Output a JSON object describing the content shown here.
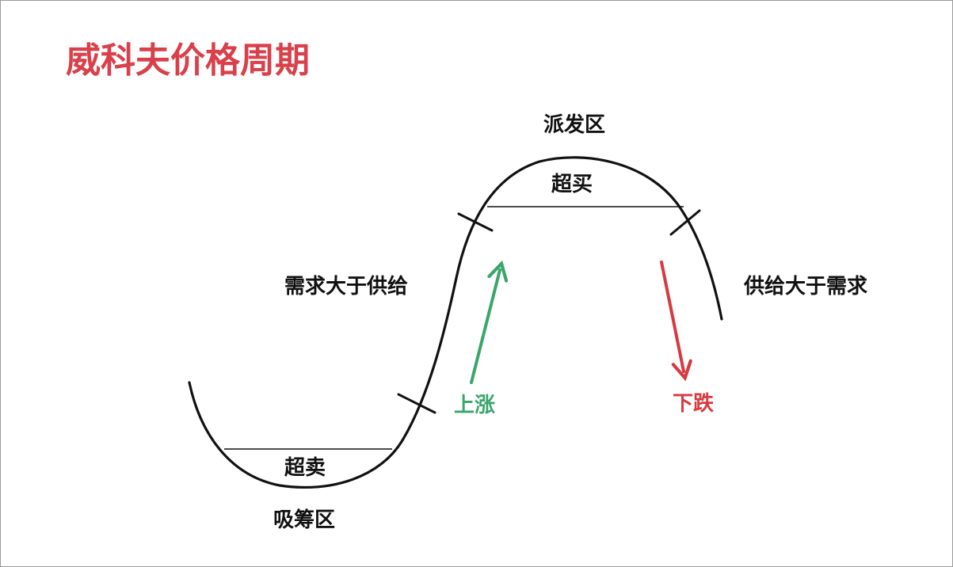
{
  "title": "威科夫价格周期",
  "labels": {
    "distribution_zone": "派发区",
    "overbought": "超买",
    "demand_gt_supply": "需求大于供给",
    "supply_gt_demand": "供给大于需求",
    "rise": "上涨",
    "fall": "下跌",
    "oversold": "超卖",
    "accumulation_zone": "吸筹区"
  },
  "colors": {
    "title": "#d9404a",
    "rise": "#3aa66a",
    "fall": "#d63a3f",
    "line": "#111111",
    "text": "#111111"
  }
}
